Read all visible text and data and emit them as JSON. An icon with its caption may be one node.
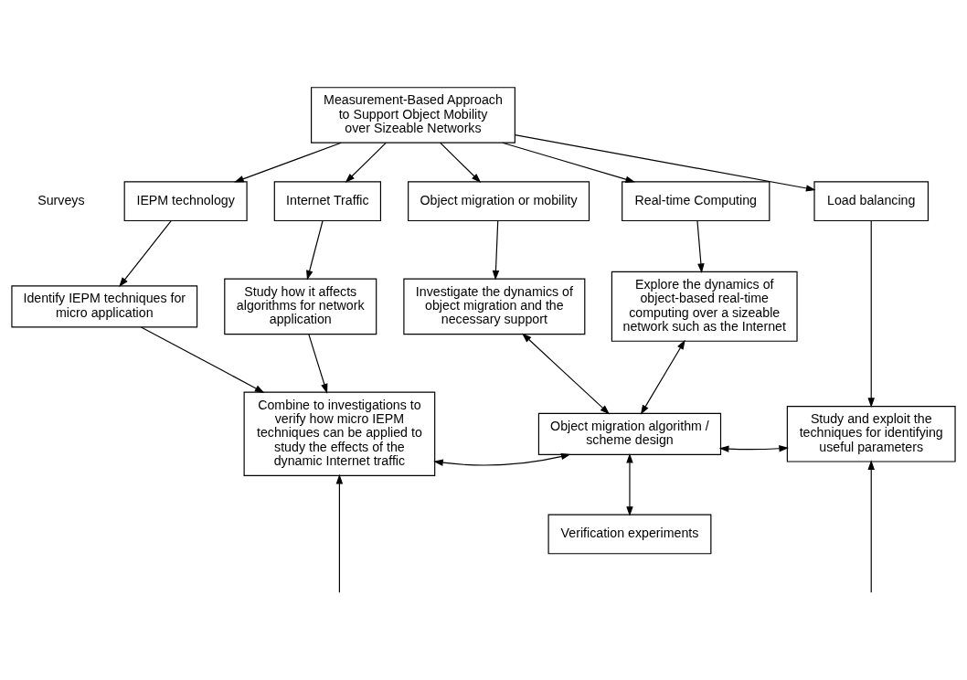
{
  "diagram": {
    "nodes": [
      {
        "text": [
          "Measurement-Based Approach to Support Object Mobility over Sizeable Networks"
        ]
      },
      {
        "text": [
          "IEPM technology"
        ]
      },
      {
        "text": [
          "Internet Traffic"
        ]
      },
      {
        "text": [
          "Object migration or mobility"
        ]
      },
      {
        "text": [
          "Real-time Computing"
        ]
      },
      {
        "text": [
          "Load balancing"
        ]
      },
      {
        "text": [
          "Identify IEPM techniques for micro application"
        ]
      },
      {
        "text": [
          "Investigate the dynamics of object migration and the necessary support"
        ]
      },
      {
        "text": [
          "Study how it affects algorithms for network application"
        ]
      },
      {
        "text": [
          "Explore the dynamics of object-based real-time computing over a sizeable network such as the Internet"
        ]
      },
      {
        "text": [
          "Combine to investigations to verify how micro IEPM techniques can be applied to study the effects of the dynamic Internet traffic"
        ]
      },
      {
        "text": [
          "Object migration algorithm / scheme design"
        ]
      },
      {
        "text": [
          "Study and exploit the techniques for identifying useful parameters"
        ]
      },
      {
        "text": [
          "Verification experiments"
        ]
      }
    ],
    "edges": [
      {
        "from": 0,
        "to": 1,
        "arrow": "to"
      },
      {
        "from": 0,
        "to": 2,
        "arrow": "to"
      },
      {
        "from": 0,
        "to": 3,
        "arrow": "to"
      },
      {
        "from": 0,
        "to": 4,
        "arrow": "to"
      },
      {
        "from": 0,
        "to": 5,
        "arrow": "to"
      },
      {
        "from": 1,
        "to": 6,
        "arrow": "to"
      },
      {
        "from": 3,
        "to": 7,
        "arrow": "to"
      },
      {
        "from": 2,
        "to": 8,
        "arrow": "to"
      },
      {
        "from": 4,
        "to": 9,
        "arrow": "to"
      },
      {
        "from": 6,
        "to": 10,
        "arrow": "to"
      },
      {
        "from": 8,
        "to": 10,
        "arrow": "to"
      },
      {
        "from": 5,
        "to": 12,
        "arrow": "to"
      },
      {
        "from": 7,
        "to": 11,
        "arrow": "both"
      },
      {
        "from": 9,
        "to": 11,
        "arrow": "both"
      },
      {
        "from": 10,
        "to": 11,
        "arrow": "both"
      },
      {
        "from": 11,
        "to": 12,
        "arrow": "both"
      },
      {
        "from": 11,
        "to": 13,
        "arrow": "both"
      },
      {
        "from": null,
        "to": 10,
        "arrow": "to"
      },
      {
        "from": null,
        "to": 12,
        "arrow": "to"
      }
    ],
    "labels": [
      "Surveys"
    ]
  }
}
